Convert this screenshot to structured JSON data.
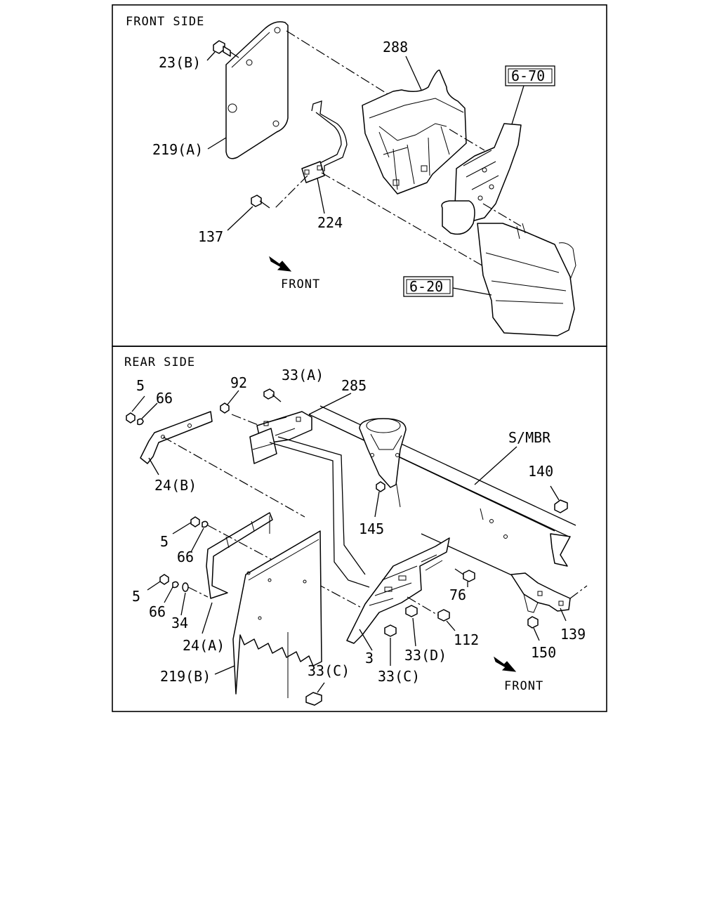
{
  "front_panel": {
    "title": "FRONT SIDE",
    "labels": {
      "p23b": "23(B)",
      "p219a": "219(A)",
      "p288": "288",
      "p670": "6-70",
      "p137": "137",
      "p224": "224",
      "p620": "6-20"
    },
    "direction": "FRONT"
  },
  "rear_panel": {
    "title": "REAR SIDE",
    "labels": {
      "p5a": "5",
      "p66a": "66",
      "p92": "92",
      "p33a": "33(A)",
      "p285": "285",
      "smbr": "S/MBR",
      "p24b": "24(B)",
      "p140": "140",
      "p145": "145",
      "p5b": "5",
      "p66b": "66",
      "p5c": "5",
      "p66c": "66",
      "p34": "34",
      "p24a": "24(A)",
      "p76": "76",
      "p112": "112",
      "p33d": "33(D)",
      "p3": "3",
      "p33c1": "33(C)",
      "p33c2": "33(C)",
      "p219b": "219(B)",
      "p150": "150",
      "p139": "139"
    },
    "direction": "FRONT"
  }
}
